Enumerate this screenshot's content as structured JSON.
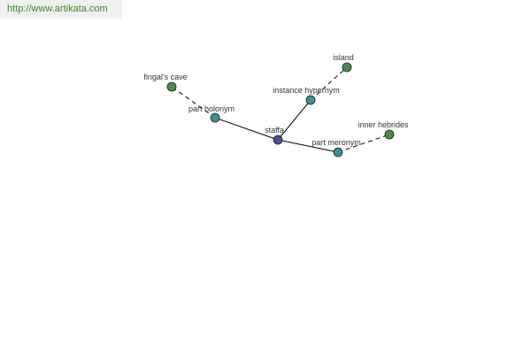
{
  "site_link": "http://www.artikata.com",
  "colors": {
    "center_node": "#4a4e96",
    "relation_node": "#3f8e8c",
    "leaf_node": "#4d8a4d",
    "edge": "#000000",
    "link_text": "#3a8a2a"
  },
  "graph": {
    "nodes": [
      {
        "id": "staffa",
        "label": "staffa",
        "kind": "center"
      },
      {
        "id": "part_holonym",
        "label": "part holonym",
        "kind": "relation"
      },
      {
        "id": "fingals_cave",
        "label": "fingal's cave",
        "kind": "leaf"
      },
      {
        "id": "instance_hypernym",
        "label": "instance hypernym",
        "kind": "relation"
      },
      {
        "id": "island",
        "label": "island",
        "kind": "leaf"
      },
      {
        "id": "part_meronym",
        "label": "part meronym",
        "kind": "relation"
      },
      {
        "id": "inner_hebrides",
        "label": "inner hebrides",
        "kind": "leaf"
      }
    ],
    "edges": [
      {
        "from": "staffa",
        "to": "part_holonym",
        "style": "solid"
      },
      {
        "from": "staffa",
        "to": "instance_hypernym",
        "style": "solid"
      },
      {
        "from": "staffa",
        "to": "part_meronym",
        "style": "solid"
      },
      {
        "from": "part_holonym",
        "to": "fingals_cave",
        "style": "dashed"
      },
      {
        "from": "instance_hypernym",
        "to": "island",
        "style": "dashed"
      },
      {
        "from": "part_meronym",
        "to": "inner_hebrides",
        "style": "dashed"
      }
    ]
  }
}
